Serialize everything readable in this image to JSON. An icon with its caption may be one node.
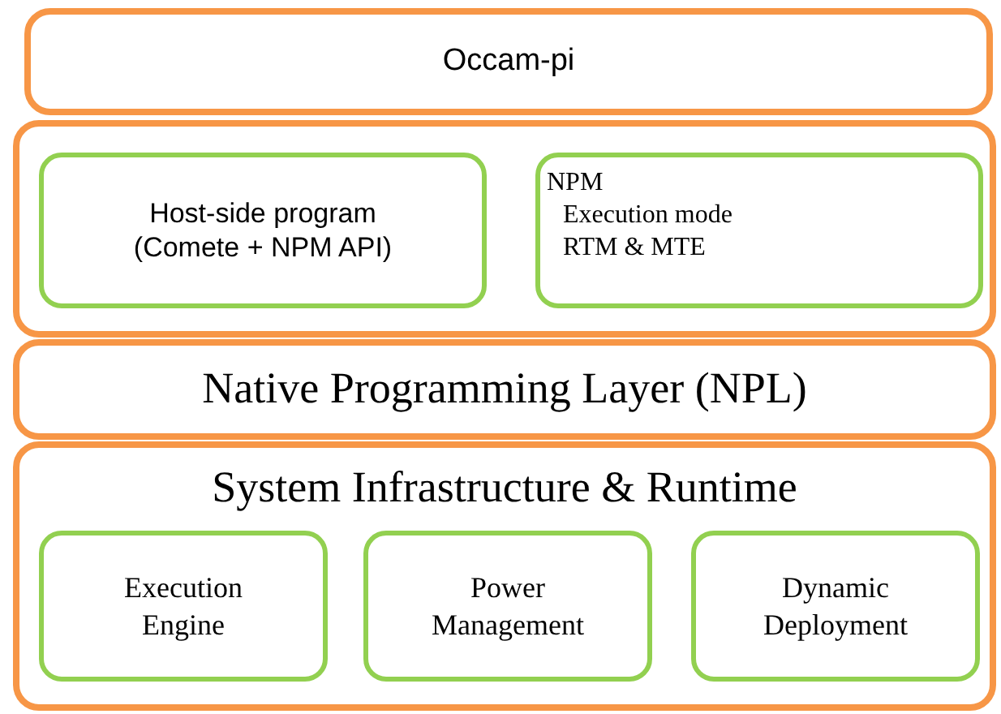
{
  "diagram": {
    "nodes": [
      {
        "text": [
          "Occam-pi"
        ]
      },
      {
        "text": [],
        "shape": "box"
      },
      {
        "text": [
          "Host-side program (Comete + NPM API)"
        ],
        "in": 1
      },
      {
        "text": [
          "NPM",
          "Execution mode",
          "RTM & MTE"
        ],
        "in": 1
      },
      {
        "text": [
          "Native Programming Layer (NPL)"
        ]
      },
      {
        "text": [
          "System Infrastructure & Runtime"
        ]
      },
      {
        "text": [
          "Execution Engine"
        ],
        "in": 5
      },
      {
        "text": [
          "Power Management"
        ],
        "in": 5
      },
      {
        "text": [
          "Dynamic Deployment"
        ],
        "in": 5
      }
    ]
  }
}
